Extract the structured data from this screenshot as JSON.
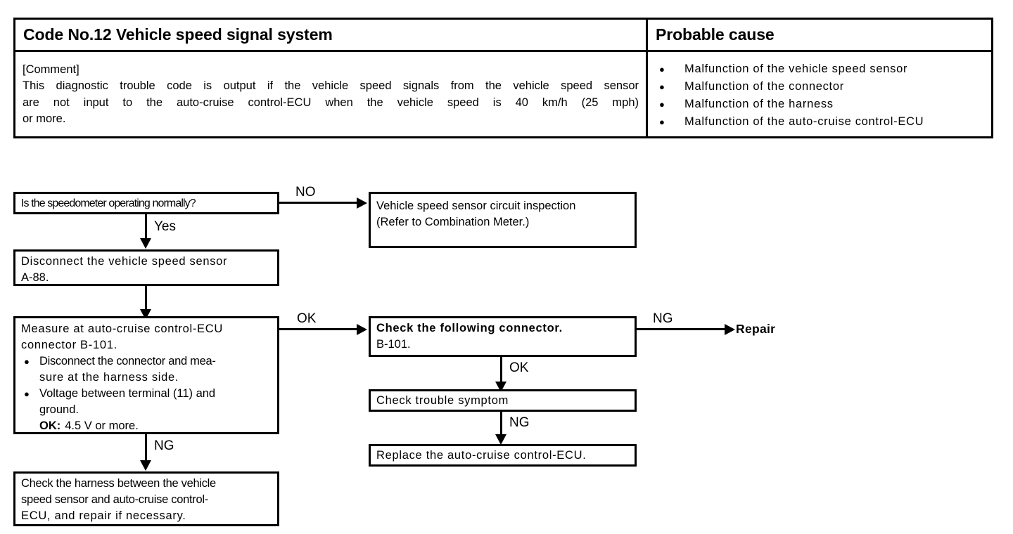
{
  "table": {
    "header_left": "Code No.12 Vehicle speed signal system",
    "header_right": "Probable cause",
    "comment_label": "[Comment]",
    "comment_lines": [
      "This diagnostic trouble code is output if the vehicle speed signals from the vehicle speed sensor",
      "are not input to the auto-cruise control-ECU when the vehicle speed is 40 km/h (25 mph)",
      "or more."
    ],
    "bullet_glyph": "●",
    "causes": [
      "Malfunction of the vehicle speed sensor",
      "Malfunction of the connector",
      "Malfunction of the harness",
      "Malfunction of the auto-cruise control-ECU"
    ]
  },
  "flowchart": {
    "speedometer_check": {
      "line1": "Is the speedometer operating normally?"
    },
    "sensor_circuit_inspection": {
      "line1": "Vehicle speed sensor circuit inspection",
      "line2": "(Refer to Combination Meter.)"
    },
    "disconnect_sensor": {
      "line1": "Disconnect the vehicle speed sensor",
      "line2": "A-88."
    },
    "measure_ecu": {
      "line1": "Measure at auto-cruise control-ECU",
      "line2": "connector B-101.",
      "bullet_glyph": "●",
      "bullet1_line1": "Disconnect the connector and mea-",
      "bullet1_line2": "sure at the harness side.",
      "bullet2_line1": "Voltage between terminal (11) and",
      "bullet2_line2": "ground.",
      "ok_label": "OK:",
      "ok_value": "4.5 V or more."
    },
    "check_harness": {
      "line1": "Check the harness between the vehicle",
      "line2": "speed sensor and auto-cruise control-",
      "line3": "ECU, and repair if necessary."
    },
    "check_connector": {
      "line1": "Check the following connector.",
      "line2": "B-101."
    },
    "check_trouble_symptom": {
      "line1": "Check trouble symptom"
    },
    "replace_ecu": {
      "line1": "Replace the auto-cruise control-ECU."
    },
    "repair_node": {
      "label": "Repair"
    },
    "edges": {
      "no": "NO",
      "yes": "Yes",
      "ok_measure": "OK",
      "ng_measure": "NG",
      "ng_connector": "NG",
      "ok_connector": "OK",
      "ng_symptom": "NG"
    }
  }
}
